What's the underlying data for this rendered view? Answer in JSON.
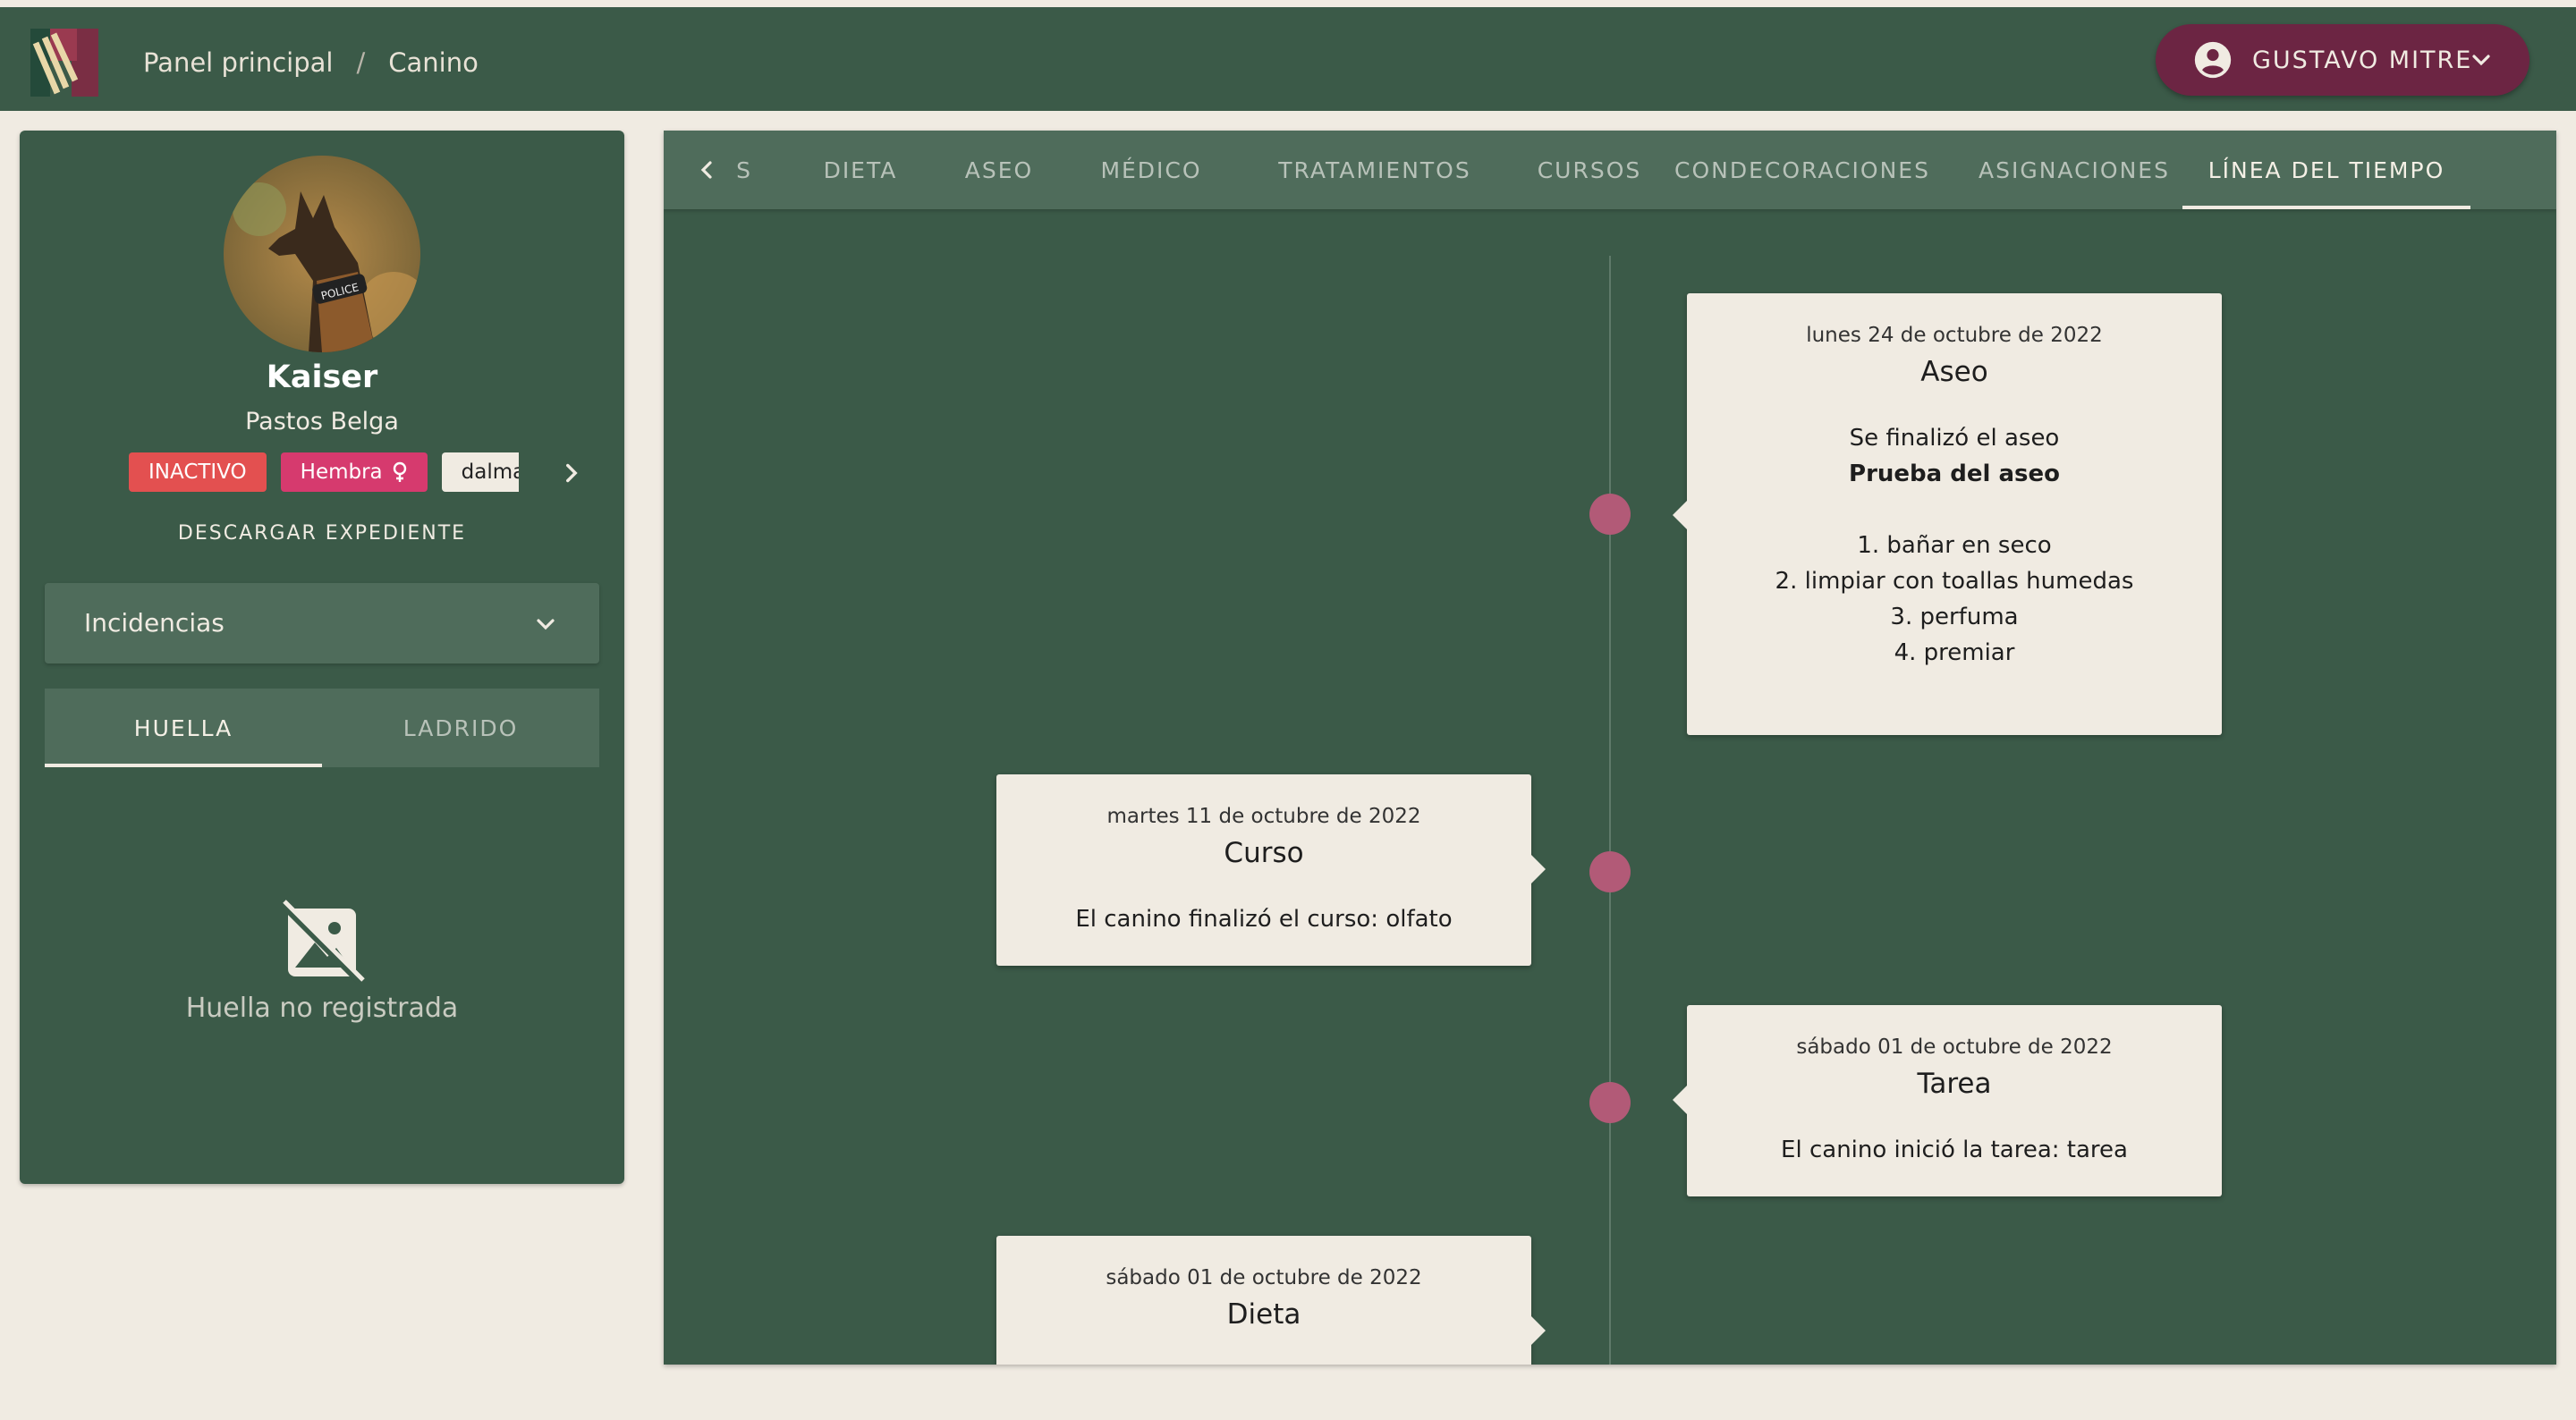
{
  "header": {
    "breadcrumb": [
      "Panel principal",
      "/",
      "Canino"
    ],
    "user_name": "GUSTAVO MITRE"
  },
  "profile": {
    "name": "Kaiser",
    "breed": "Pastos Belga",
    "chips": [
      "INACTIVO",
      "Hembra",
      "dalmata"
    ],
    "download_label": "DESCARGAR EXPEDIENTE",
    "incidents_label": "Incidencias",
    "sub_tabs": [
      "HUELLA",
      "LADRIDO"
    ],
    "empty_message": "Huella no registrada"
  },
  "tabs": [
    "S",
    "DIETA",
    "ASEO",
    "MÉDICO",
    "TRATAMIENTOS",
    "CURSOS",
    "CONDECORACIONES",
    "ASIGNACIONES",
    "LÍNEA DEL TIEMPO"
  ],
  "active_tab": "LÍNEA DEL TIEMPO",
  "timeline": [
    {
      "date": "lunes 24 de octubre de 2022",
      "title": "Aseo",
      "body": "Se finalizó el aseo",
      "bold": "Prueba del aseo",
      "steps": [
        "1. bañar en seco",
        "2. limpiar con toallas humedas",
        "3. perfuma",
        "4. premiar"
      ]
    },
    {
      "date": "martes 11 de octubre de 2022",
      "title": "Curso",
      "body": "El canino finalizó el curso: olfato"
    },
    {
      "date": "sábado 01 de octubre de 2022",
      "title": "Tarea",
      "body": "El canino inició la tarea: tarea"
    },
    {
      "date": "sábado 01 de octubre de 2022",
      "title": "Dieta"
    }
  ],
  "colors": {
    "primary": "#3b5a48",
    "secondary": "#4f6c5b",
    "accent": "#6c2543",
    "background": "#f0ebe2",
    "dot": "#b25a77",
    "inactive": "#e35050",
    "female": "#d63a6e"
  },
  "icons": {
    "user": "account-circle-icon",
    "expand": "chevron-down-icon",
    "prev": "chevron-left-icon",
    "next": "chevron-right-icon",
    "female": "female-icon",
    "no_image": "hide-image-icon"
  }
}
